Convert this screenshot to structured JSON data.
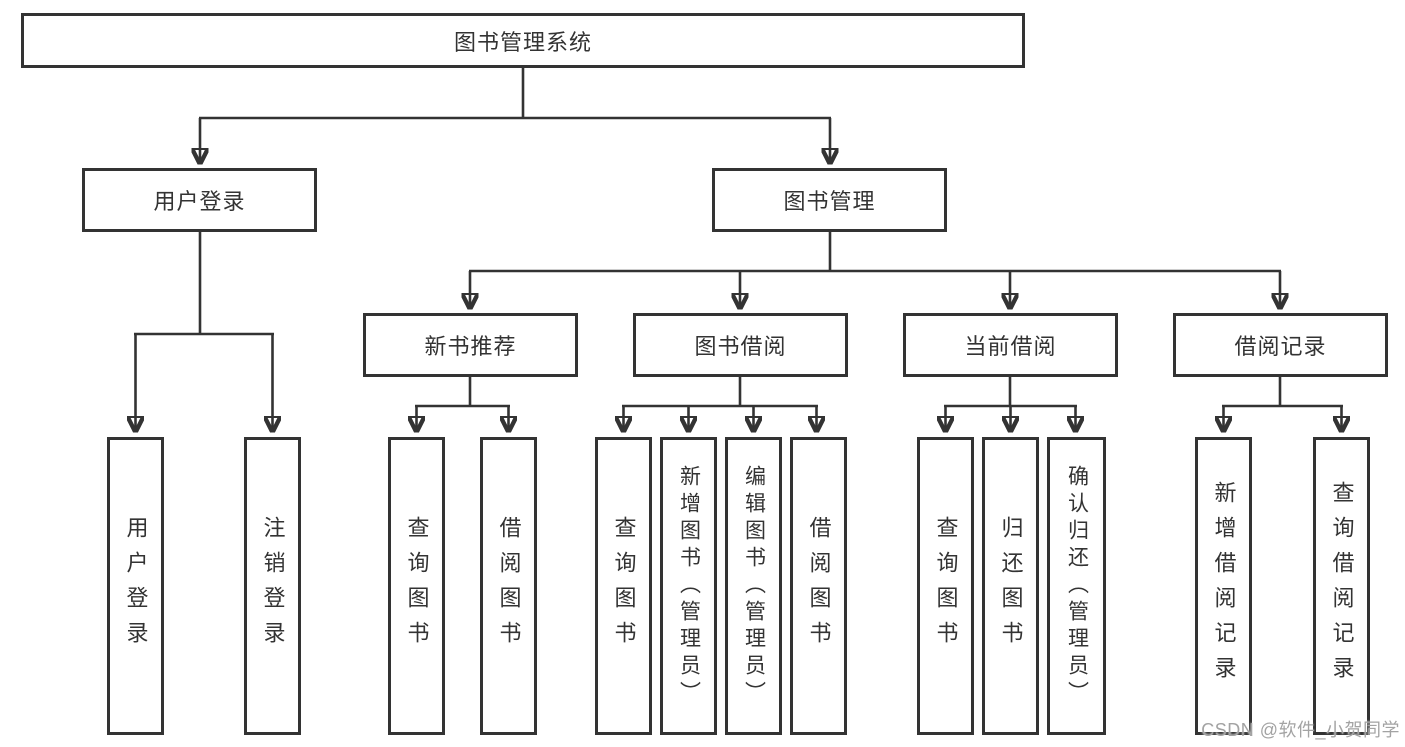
{
  "colors": {
    "line": "#333333",
    "box_border": "#333333",
    "box_background": "#ffffff",
    "text": "#333333",
    "watermark": "#a3a3a3"
  },
  "nodes": {
    "root": "图书管理系统",
    "level2": [
      "用户登录",
      "图书管理"
    ],
    "level3": [
      "新书推荐",
      "图书借阅",
      "当前借阅",
      "借阅记录"
    ],
    "leaves_login": [
      "用户登录",
      "注销登录"
    ],
    "leaves_newbook": [
      "查询图书",
      "借阅图书"
    ],
    "leaves_borrow": [
      "查询图书",
      "新增图书（管理员）",
      "编辑图书（管理员）",
      "借阅图书"
    ],
    "leaves_current": [
      "查询图书",
      "归还图书",
      "确认归还（管理员）"
    ],
    "leaves_record": [
      "新增借阅记录",
      "查询借阅记录"
    ]
  },
  "watermark": "CSDN @软件_小贺同学"
}
